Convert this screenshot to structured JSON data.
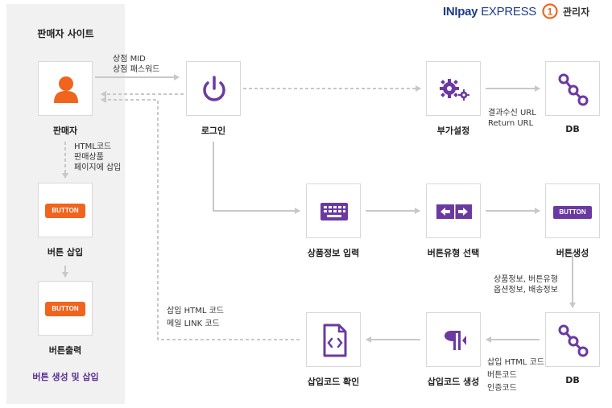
{
  "header": {
    "brand_ini": "INIpay",
    "brand_express": "EXPRESS",
    "badge_number": "1",
    "role": "관리자"
  },
  "seller_panel": {
    "title": "판매자 사이트",
    "caption": "버튼 생성 및 삽입"
  },
  "nodes": {
    "seller": "판매자",
    "insert_button": "버튼 삽입",
    "print_button": "버튼출력",
    "login": "로그인",
    "addon_settings": "부가설정",
    "db_top": "DB",
    "product_input": "상품정보 입력",
    "button_type": "버튼유형 선택",
    "button_create": "버튼생성",
    "insert_code_confirm": "삽입코드 확인",
    "insert_code_create": "삽입코드 생성",
    "db_bottom": "DB"
  },
  "button_text": {
    "insert": "BUTTON",
    "print": "BUTTON",
    "create": "BUTTON"
  },
  "notes": {
    "mid": [
      "상점 MID",
      "상점 패스워드"
    ],
    "html_code": [
      "HTML코드",
      "판매상품",
      "페이지에 삽입"
    ],
    "result_url": [
      "결과수신 URL",
      "Return URL"
    ],
    "product_info": [
      "상품정보, 버튼유형",
      "옵션정보, 배송정보"
    ],
    "insert_html": [
      "삽입 HTML 코드",
      "메일 LINK 코드"
    ],
    "codes": [
      "삽입 HTML 코드",
      "버튼코드",
      "인증코드"
    ]
  },
  "colors": {
    "accent_purple": "#6b3aa0",
    "accent_orange": "#f0641e",
    "brand_blue": "#1e3a8a",
    "arrow_gray": "#c8c8c8"
  }
}
